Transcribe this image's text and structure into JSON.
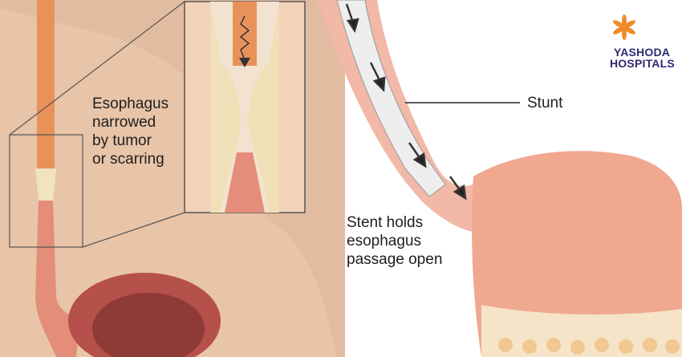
{
  "labels": {
    "narrowed": [
      "Esophagus",
      "narrowed",
      "by tumor",
      "or scarring"
    ],
    "stunt": "Stunt",
    "stent_holds": [
      "Stent holds",
      "esophagus",
      "passage open"
    ]
  },
  "logo": {
    "line1": "YASHODA",
    "line2": "HOSPITALS"
  },
  "colors": {
    "skin": "#e8c4a8",
    "esophagus": "#e8925a",
    "tissue": "#e48d7a",
    "stomach": "#f0a890",
    "logo_text": "#2e2a72",
    "logo_flower": "#f08a2a"
  }
}
